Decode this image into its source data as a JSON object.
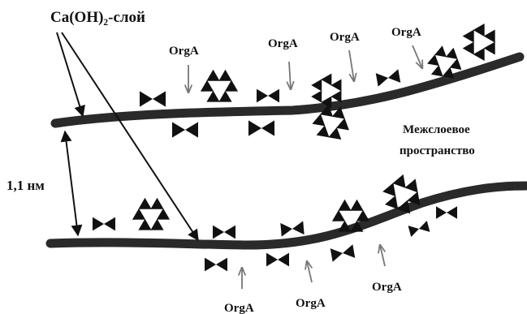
{
  "labels": {
    "layer": "Ca(OH)₂-слой",
    "distance": "1,1 нм",
    "interlayer_line1": "Межслоевое",
    "interlayer_line2": "пространство",
    "orga": "OrgA"
  },
  "colors": {
    "layer": "#2a2a2a",
    "ink": "#111111",
    "arrow_gray": "#777777"
  }
}
